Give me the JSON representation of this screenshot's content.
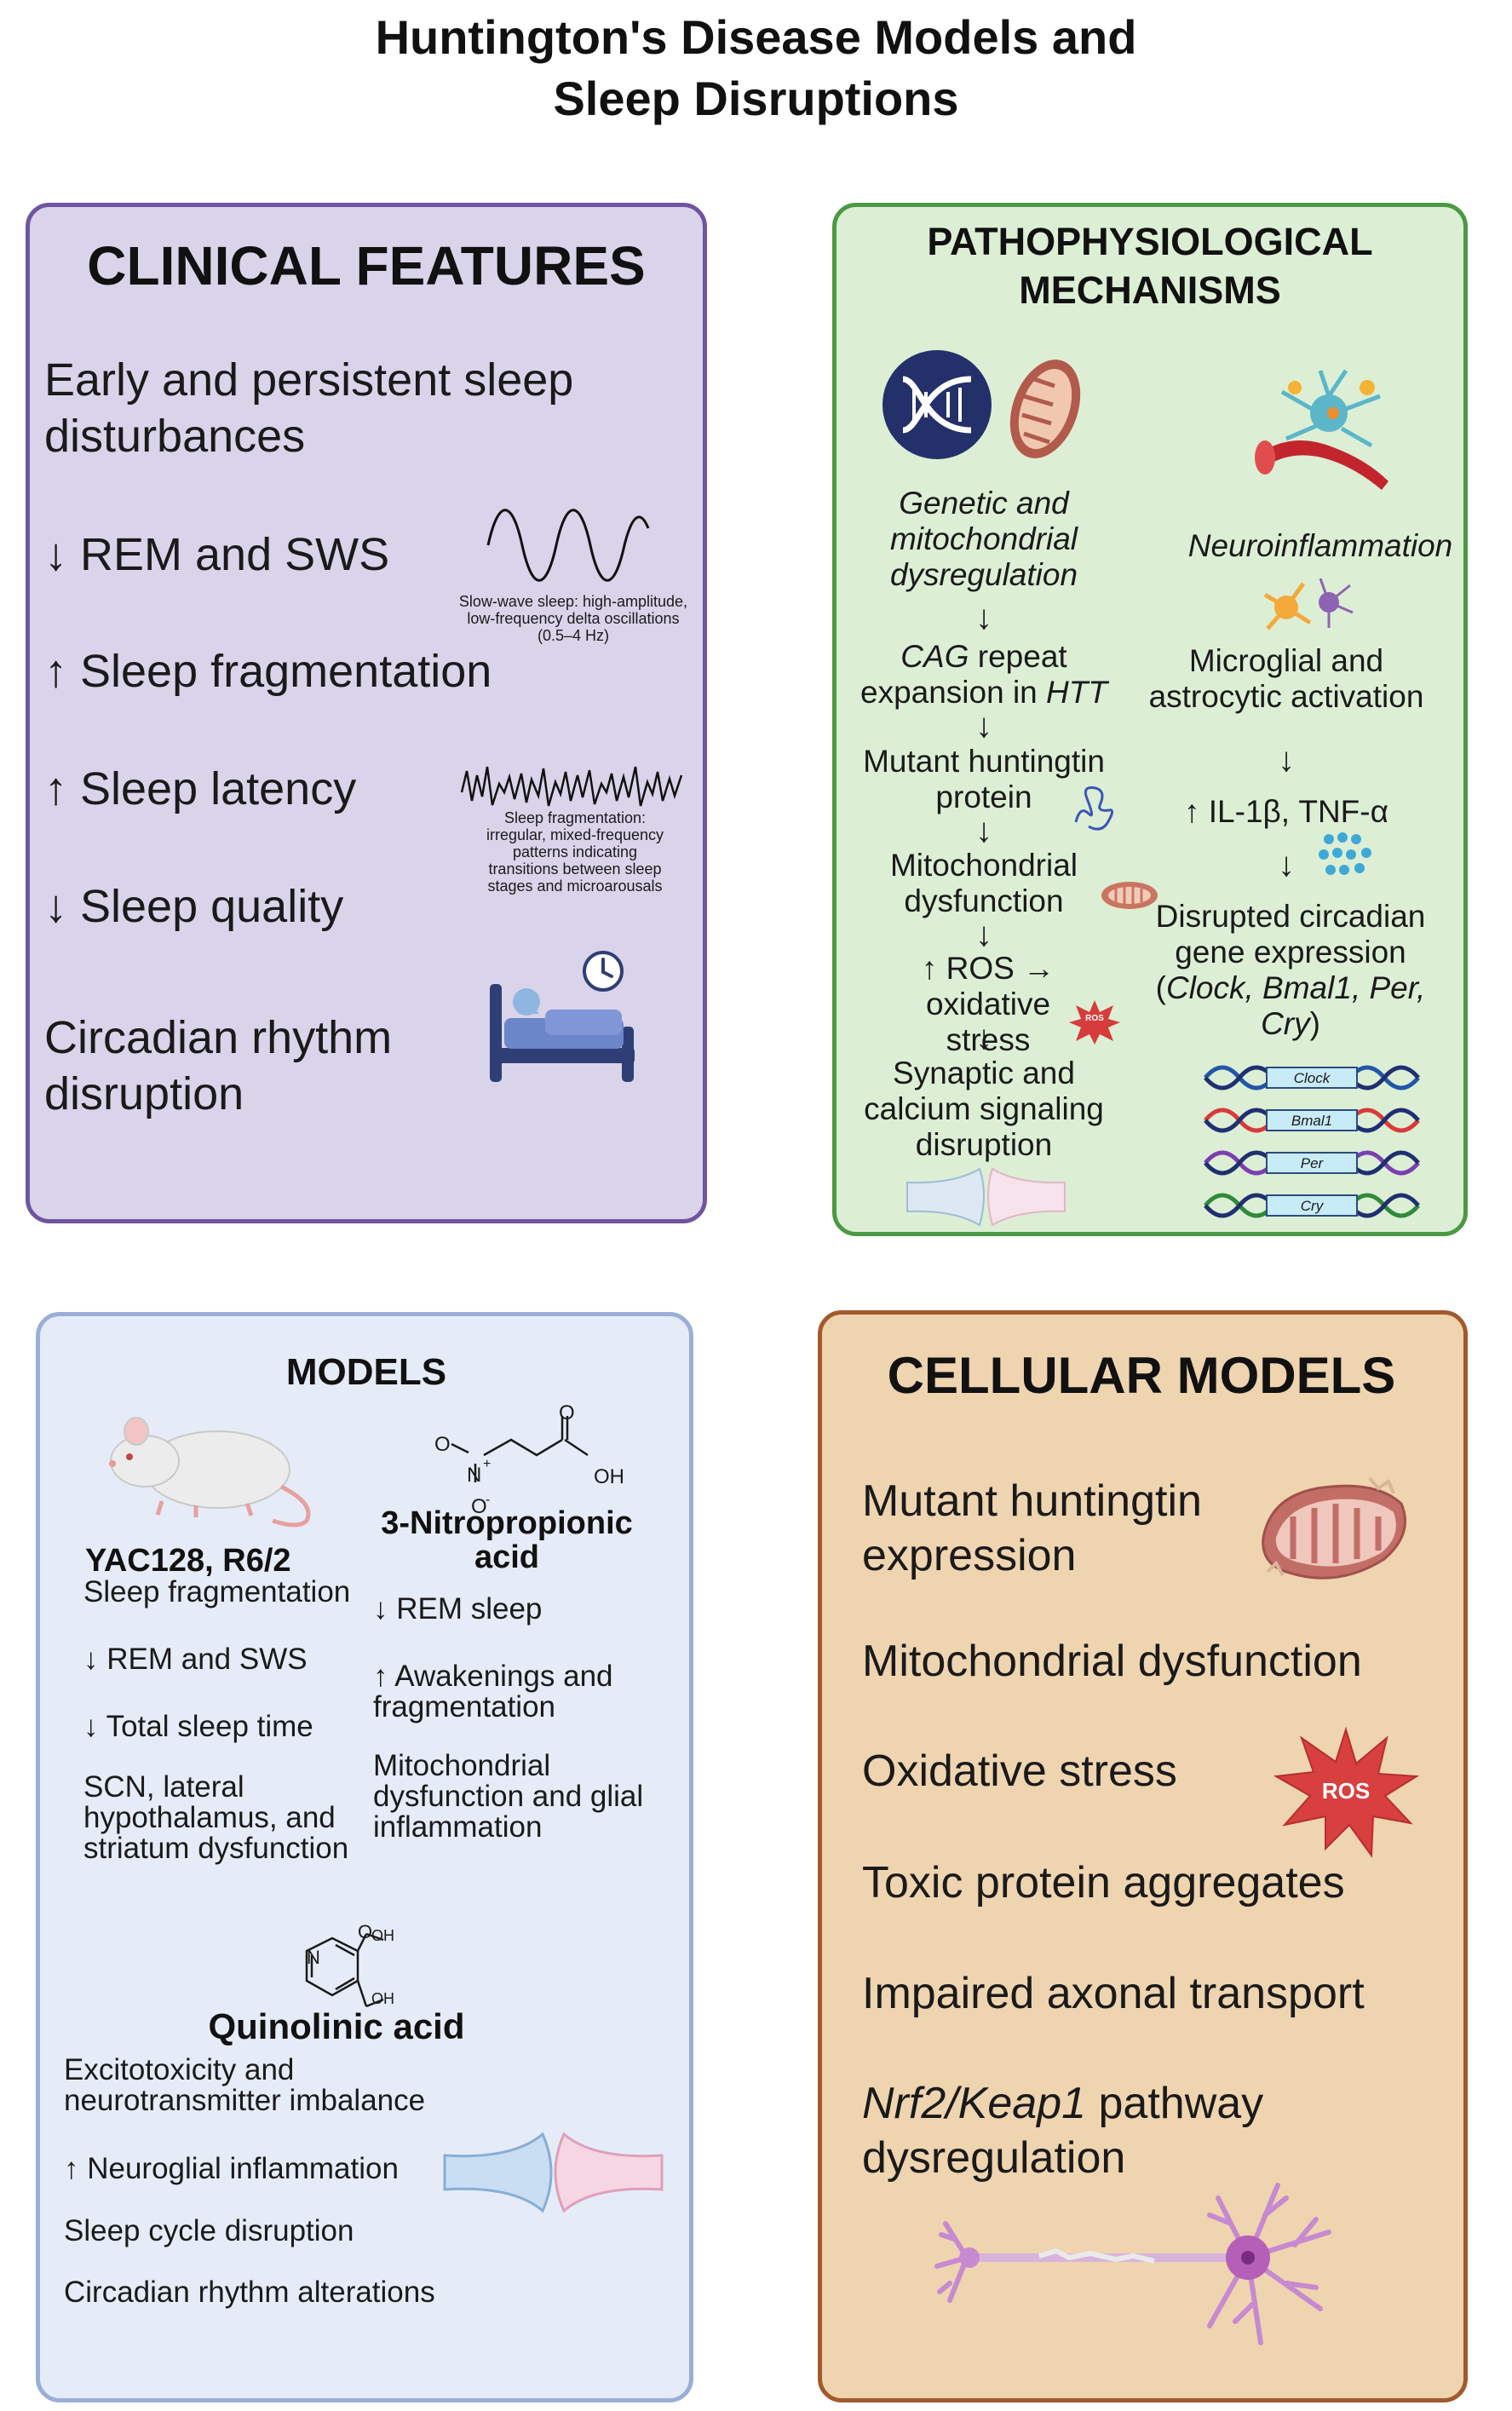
{
  "title": {
    "line1": "Huntington's Disease Models and",
    "line2": "Sleep Disruptions"
  },
  "clinical": {
    "heading": "CLINICAL FEATURES",
    "item1_line1": "Early and persistent sleep",
    "item1_line2": "disturbances",
    "item2": "↓ REM and SWS",
    "item3": "↑ Sleep fragmentation",
    "item4": "↑ Sleep latency",
    "item5": "↓ Sleep quality",
    "item6_line1": "Circadian rhythm",
    "item6_line2": "disruption",
    "swsCaption_line1": "Slow-wave sleep: high-amplitude,",
    "swsCaption_line2": "low-frequency delta oscillations",
    "swsCaption_line3": "(0.5–4 Hz)",
    "fragCaption_line1": "Sleep fragmentation:",
    "fragCaption_line2": "irregular, mixed-frequency",
    "fragCaption_line3": "patterns indicating",
    "fragCaption_line4": "transitions between sleep",
    "fragCaption_line5": "stages and microarousals"
  },
  "patho": {
    "heading_line1": "PATHOPHYSIOLOGICAL",
    "heading_line2": "MECHANISMS",
    "left": {
      "title_line1": "Genetic and",
      "title_line2": "mitochondrial",
      "title_line3": "dysregulation",
      "step1_a": "CAG",
      "step1_b": " repeat",
      "step1_c": "expansion in ",
      "step1_d": "HTT",
      "step2_line1": "Mutant huntingtin",
      "step2_line2": "protein",
      "step3_line1": "Mitochondrial",
      "step3_line2": "dysfunction",
      "step4_line1": "↑ ROS → oxidative",
      "step4_line2": "stress",
      "step5_line1": "Synaptic and",
      "step5_line2": "calcium signaling",
      "step5_line3": "disruption",
      "ros_badge": "ROS"
    },
    "right": {
      "title": "Neuroinflammation",
      "step1_line1": "Microglial and",
      "step1_line2": "astrocytic activation",
      "step2": "↑ IL-1β, TNF-α",
      "step3_line1": "Disrupted circadian",
      "step3_line2": "gene expression",
      "step3_line3a": "(",
      "step3_line3b": "Clock, Bmal1, Per,",
      "step3_line4a": "Cry",
      "step3_line4b": ")",
      "genes": [
        "Clock",
        "Bmal1",
        "Per",
        "Cry"
      ]
    },
    "arrow": "↓"
  },
  "models": {
    "heading": "MODELS",
    "yac": {
      "title": "YAC128, R6/2",
      "items": [
        "Sleep fragmentation",
        "↓ REM and SWS",
        "↓ Total sleep time"
      ],
      "item4_line1": "SCN, lateral",
      "item4_line2": "hypothalamus, and",
      "item4_line3": "striatum dysfunction"
    },
    "npa": {
      "title_line1": "3-Nitropropionic",
      "title_line2": "acid",
      "item1": "↓ REM sleep",
      "item2_line1": "↑ Awakenings and",
      "item2_line2": "fragmentation",
      "item3_line1": "Mitochondrial",
      "item3_line2": "dysfunction and glial",
      "item3_line3": "inflammation",
      "chem_O": "O",
      "chem_N": "N",
      "chem_plus": "+",
      "chem_OH": "OH",
      "chem_Ominus": "O",
      "chem_minus": "-"
    },
    "quin": {
      "title": "Quinolinic acid",
      "item1_line1": "Excitotoxicity and",
      "item1_line2": "neurotransmitter imbalance",
      "item2": "↑ Neuroglial inflammation",
      "item3": "Sleep cycle disruption",
      "item4": "Circadian rhythm alterations",
      "chem_N": "N",
      "chem_OH": "OH",
      "chem_O": "O"
    }
  },
  "cellular": {
    "heading": "CELLULAR MODELS",
    "item1_line1": "Mutant huntingtin",
    "item1_line2": "expression",
    "item2": "Mitochondrial dysfunction",
    "item3": "Oxidative stress",
    "item4": "Toxic protein aggregates",
    "item5": "Impaired axonal transport",
    "item6_a": "Nrf2/Keap1",
    "item6_b": " pathway",
    "item6_line2": "dysregulation",
    "ros_badge": "ROS"
  },
  "colors": {
    "clinical_bg": "#dad4ea",
    "clinical_border": "#6e55a0",
    "patho_bg": "#dcefd5",
    "patho_border": "#4b9a43",
    "models_bg": "#e5ecf8",
    "models_border": "#9aaed8",
    "cellular_bg": "#efd4b0",
    "cellular_border": "#a25a2c"
  }
}
